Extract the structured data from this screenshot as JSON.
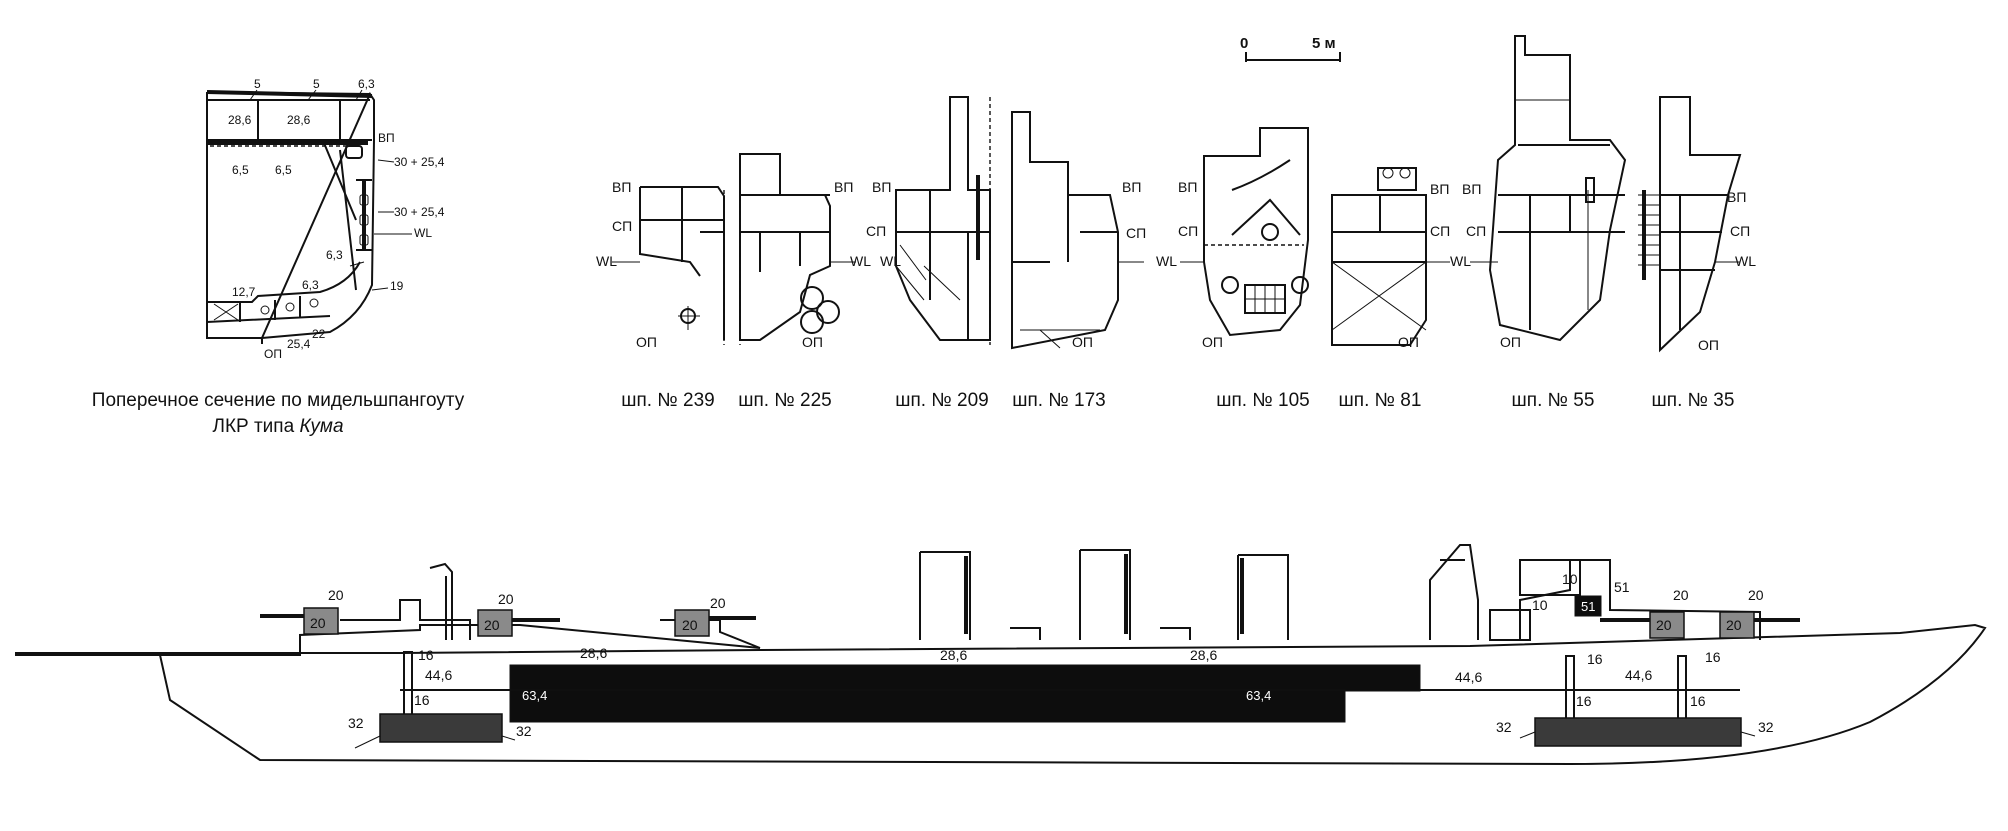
{
  "midship": {
    "caption_line1": "Поперечное сечение по мидельшпангоуту",
    "caption_line2_prefix": "ЛКР типа ",
    "caption_line2_italic": "Кума",
    "labels": {
      "t_top1": "5",
      "t_top2": "5",
      "t_top3": "6,3",
      "t_deck1": "28,6",
      "t_deck2": "28,6",
      "t_vp": "ВП",
      "t_sp1": "6,5",
      "t_sp2": "6,5",
      "t_belt1": "30 + 25,4",
      "t_belt2": "30 + 25,4",
      "t_wl": "WL",
      "t_side": "6,3",
      "t_19": "19",
      "t_127": "12,7",
      "t_63b": "6,3",
      "t_op": "ОП",
      "t_254": "25,4",
      "t_22": "22"
    }
  },
  "scale": {
    "zero": "0",
    "five": "5 м"
  },
  "deck_labels": {
    "vp": "ВП",
    "sp": "СП",
    "wl": "WL",
    "op": "ОП"
  },
  "frames": [
    {
      "id": "239",
      "caption": "шп. № 239"
    },
    {
      "id": "225",
      "caption": "шп. № 225"
    },
    {
      "id": "209",
      "caption": "шп. № 209"
    },
    {
      "id": "173",
      "caption": "шп. № 173"
    },
    {
      "id": "105",
      "caption": "шп. № 105"
    },
    {
      "id": "81",
      "caption": "шп. № 81"
    },
    {
      "id": "55",
      "caption": "шп. № 55"
    },
    {
      "id": "35",
      "caption": "шп. № 35"
    }
  ],
  "profile": {
    "gun_armor": "20",
    "tower_top": "10",
    "tower_side": "10",
    "tower_front": "51",
    "deck_armor": "28,6",
    "belt": "63,4",
    "deck_ends": "44,6",
    "bulkhead": "16",
    "magazine": "32"
  }
}
